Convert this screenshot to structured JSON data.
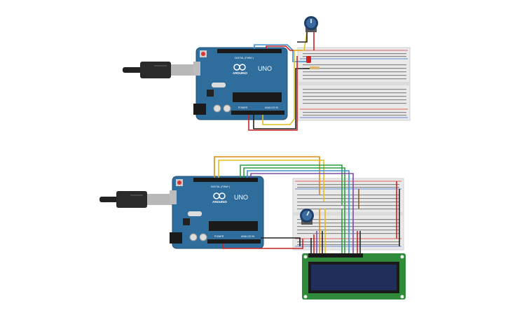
{
  "circuit_top": {
    "board": {
      "brand_label": "ARDUINO",
      "model_label": "UNO",
      "digital_header_label": "DIGITAL (PWM~)",
      "power_header_label": "POWER",
      "analog_header_label": "ANALOG IN"
    }
  },
  "circuit_bottom": {
    "board": {
      "brand_label": "ARDUINO",
      "model_label": "UNO",
      "digital_header_label": "DIGITAL (PWM~)",
      "power_header_label": "POWER",
      "analog_header_label": "ANALOG IN"
    }
  },
  "colors": {
    "board_blue": "#2f6d9c",
    "breadboard": "#e9e9e9",
    "wire_red": "#cc2222",
    "wire_black": "#222222",
    "wire_yellow": "#e0c020",
    "wire_orange": "#e08a10",
    "wire_green": "#2aa040",
    "wire_blue": "#3a90d0",
    "wire_purple": "#7a4ab0",
    "wire_brown": "#8a5a2a",
    "lcd_green": "#2f8a3a",
    "lcd_screen": "#1f2f5a"
  }
}
